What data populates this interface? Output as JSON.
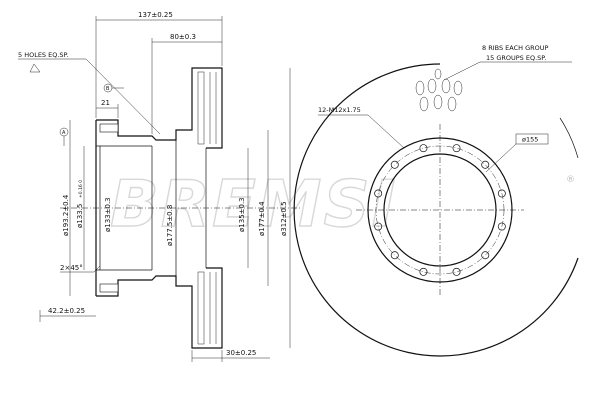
{
  "watermark": "BREMSI",
  "registered": "®",
  "side_view": {
    "dimensions": {
      "overall_length": "137±0.25",
      "hub_length": "80±0.3",
      "flange_thickness": "21",
      "offset": "42.2±0.25",
      "disc_thickness": "30±0.25",
      "chamfer": "2×45°",
      "d_193": "ø193.2±0.4",
      "d_133_5": "ø133.5",
      "d_133_5_tol": "+0.16 0",
      "d_133": "ø133±0.3",
      "d_177_5": "ø177.5±0.8",
      "d_135": "ø135±0.3",
      "d_177": "ø177±0.4",
      "d_312": "ø312±0.5"
    },
    "notes": {
      "holes": "5 HOLES EQ.SP.",
      "datum_a": "A",
      "datum_b": "B"
    }
  },
  "front_view": {
    "notes": {
      "ribs": "8 RIBS EACH GROUP",
      "groups": "15 GROUPS EQ.SP.",
      "bolts": "12-M12x1.75",
      "bore": "ø155"
    },
    "bolt_count": 12,
    "rib_groups": 15
  }
}
